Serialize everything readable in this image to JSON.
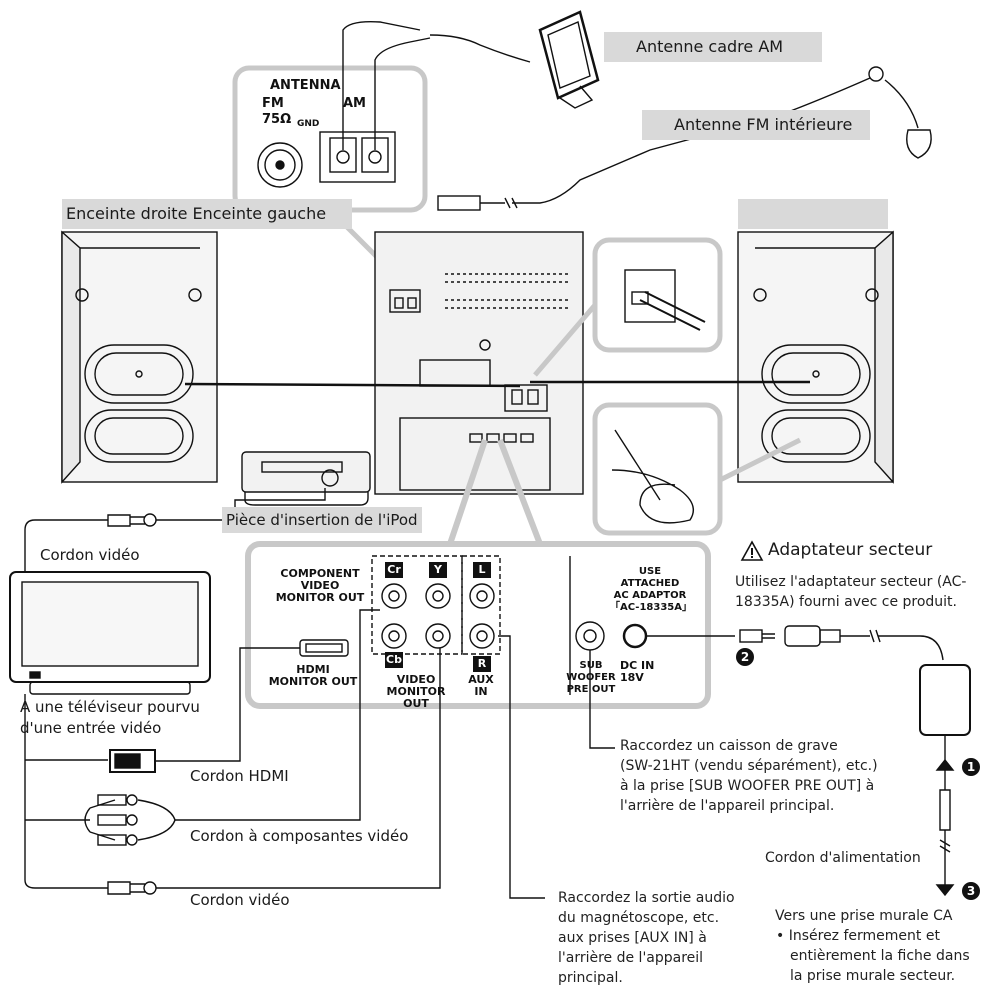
{
  "labels": {
    "am_antenna": "Antenne cadre AM",
    "fm_antenna": "Antenne FM intérieure",
    "speakers": "Enceinte droite Enceinte gauche",
    "ipod_dock": "Pièce d'insertion de l'iPod",
    "video_cable_top": "Cordon vidéo",
    "tv_line1": "A une téléviseur pourvu",
    "tv_line2": "d'une entrée vidéo",
    "hdmi_cable": "Cordon HDMI",
    "component_cable": "Cordon à composantes vidéo",
    "video_cable_bottom": "Cordon vidéo",
    "ac_adapter_title": "Adaptateur secteur",
    "ac_adapter_line1": "Utilisez l'adaptateur secteur (AC-",
    "ac_adapter_line2": "18335A) fourni avec ce produit.",
    "subwoofer_note": [
      "Raccordez un caisson de grave",
      "(SW-21HT (vendu séparément), etc.)",
      "à la prise [SUB WOOFER PRE OUT] à",
      "l'arrière de l'appareil principal."
    ],
    "aux_note": [
      "Raccordez la sortie audio",
      "du magnétoscope, etc.",
      "aux prises [AUX IN] à",
      "l'arrière de l'appareil",
      "principal."
    ],
    "power_cord": "Cordon d'alimentation",
    "wall_outlet": "Vers une prise murale CA",
    "wall_note": [
      "• Insérez fermement et",
      "entièrement la fiche dans",
      "la prise murale secteur."
    ]
  },
  "panel": {
    "antenna": "ANTENNA",
    "fm": "FM",
    "ohm": "75Ω",
    "gnd": "GND",
    "am": "AM",
    "component": [
      "COMPONENT VIDEO",
      "MONITOR OUT"
    ],
    "cr": "Cr",
    "y": "Y",
    "cb": "Cb",
    "l": "L",
    "r": "R",
    "hdmi": [
      "HDMI",
      "MONITOR OUT"
    ],
    "video": [
      "VIDEO",
      "MONITOR OUT"
    ],
    "aux": [
      "AUX",
      "IN"
    ],
    "sub": [
      "SUB",
      "WOOFER",
      "PRE OUT"
    ],
    "adaptor_plate": [
      "USE ATTACHED",
      "AC ADAPTOR",
      "「AC-18335A」"
    ],
    "dc_in": [
      "DC IN",
      "18V"
    ]
  },
  "steps": [
    "1",
    "2",
    "3"
  ],
  "icons": {
    "warning": "warning-icon"
  },
  "colors": {
    "label_box": "#d9d9d9",
    "callout": "#c8c8c8",
    "line": "#111111",
    "device": "#f2f2f2"
  }
}
